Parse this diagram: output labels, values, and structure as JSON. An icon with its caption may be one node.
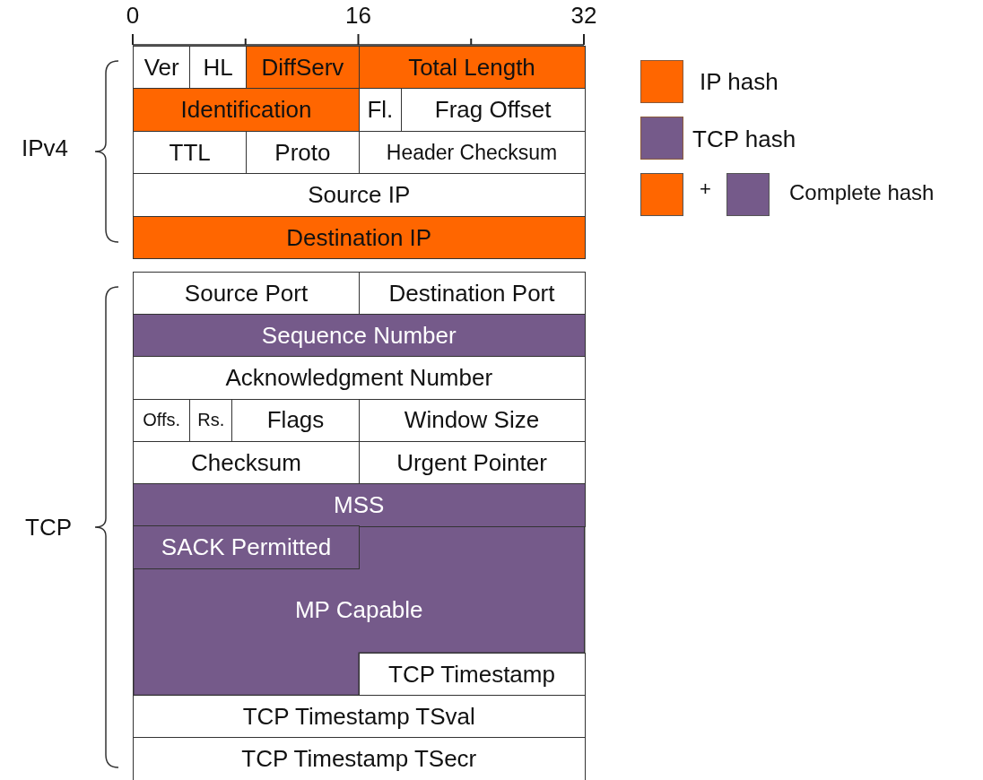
{
  "diagram": {
    "nodes": [
      {
        "text": [
          "Ver"
        ]
      },
      {
        "text": [
          "HL"
        ]
      },
      {
        "text": [
          "DiffServ"
        ]
      },
      {
        "text": [
          "Total Length"
        ]
      },
      {
        "text": [
          "Identification"
        ]
      },
      {
        "text": [
          "Fl."
        ]
      },
      {
        "text": [
          "Frag Offset"
        ]
      },
      {
        "text": [
          "TTL"
        ]
      },
      {
        "text": [
          "Proto"
        ]
      },
      {
        "text": [
          "Header Checksum"
        ]
      },
      {
        "text": [
          "Source IP"
        ]
      },
      {
        "text": [
          "Destination IP"
        ]
      },
      {
        "text": [
          "Source Port"
        ]
      },
      {
        "text": [
          "Destination Port"
        ]
      },
      {
        "text": [
          "Sequence Number"
        ]
      },
      {
        "text": [
          "Acknowledgment Number"
        ]
      },
      {
        "text": [
          "Offs."
        ]
      },
      {
        "text": [
          "Rs."
        ]
      },
      {
        "text": [
          "Flags"
        ]
      },
      {
        "text": [
          "Window Size"
        ]
      },
      {
        "text": [
          "Checksum"
        ]
      },
      {
        "text": [
          "Urgent Pointer"
        ]
      },
      {
        "text": [
          "MSS"
        ]
      },
      {
        "text": [
          "SACK Permitted"
        ]
      },
      {
        "text": [
          "MP Capable"
        ]
      },
      {
        "text": [
          "TCP Timestamp"
        ]
      },
      {
        "text": [
          "TCP Timestamp TSval"
        ]
      },
      {
        "text": [
          "TCP Timestamp TSecr"
        ]
      }
    ],
    "labels": [
      "0",
      "16",
      "32",
      "IPv4",
      "+",
      "TCP"
    ],
    "legend": [
      {
        "text": "IP hash",
        "color": "#ff6600"
      },
      {
        "text": "TCP hash",
        "color": "#755a8a"
      },
      {
        "text": "Complete hash"
      }
    ]
  }
}
